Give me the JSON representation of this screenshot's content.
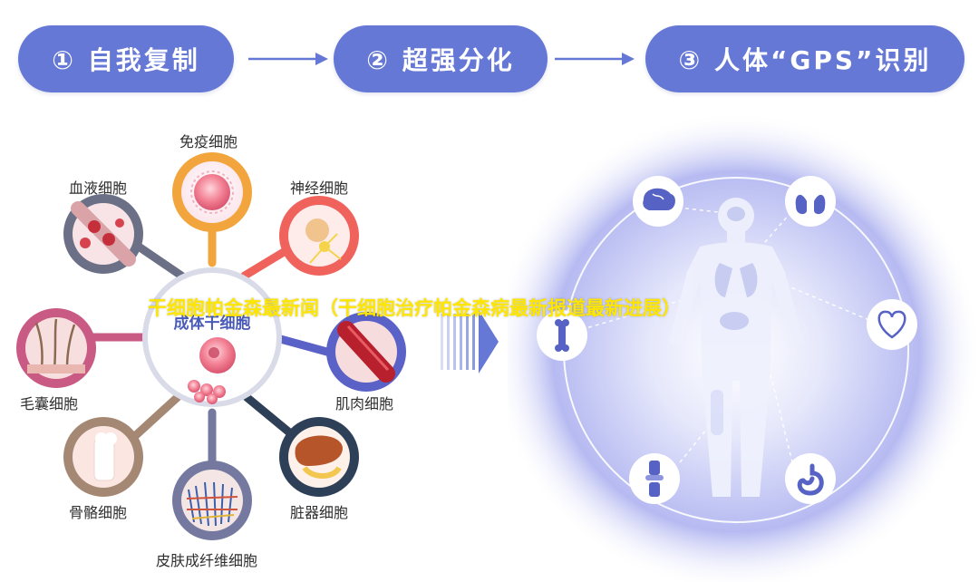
{
  "steps": {
    "s1": "① 自我复制",
    "s2": "② 超强分化",
    "s3": "③ 人体“GPS”识别"
  },
  "center": {
    "label": "成体干细胞"
  },
  "cells": {
    "immune": "免疫细胞",
    "blood": "血液细胞",
    "nerve": "神经细胞",
    "hair": "毛囊细胞",
    "muscle": "肌肉细胞",
    "bone": "骨骼细胞",
    "organ": "脏器细胞",
    "skin": "皮肤成纤维细胞"
  },
  "overlay": {
    "title": "干细胞帕金森最新闻（干细胞治疗帕金森病最新报道最新进展）"
  },
  "colors": {
    "accent": "#6678d6",
    "immune": "#f1a53c",
    "blood": "#6b7086",
    "nerve": "#f0625c",
    "hair": "#c85a84",
    "muscle": "#5a62c8",
    "bone": "#a58874",
    "organ": "#2e4057",
    "skin": "#7579a0",
    "overlay_text": "#ffe600"
  },
  "body_icons": [
    "brain-icon",
    "lungs-icon",
    "heart-icon",
    "stomach-icon",
    "knee-joint-icon",
    "bone-icon"
  ]
}
